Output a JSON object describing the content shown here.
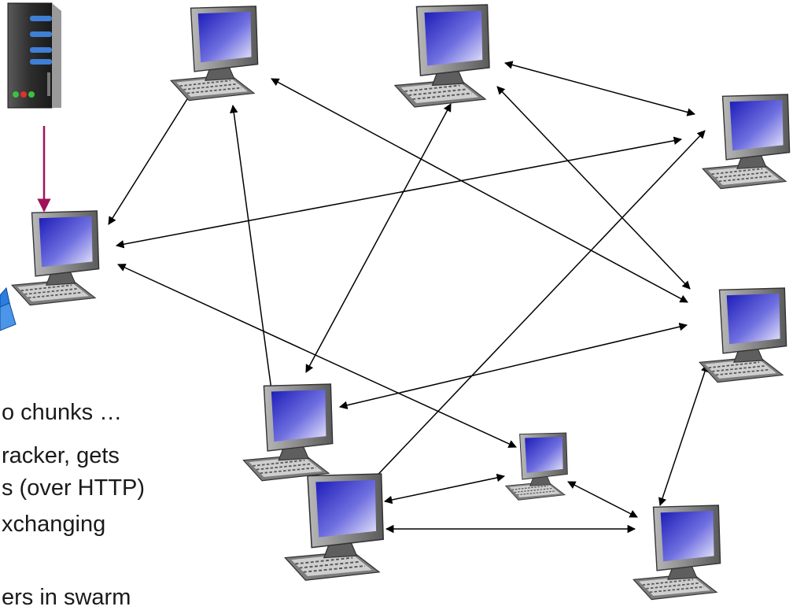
{
  "slide_text": {
    "line1": "o chunks …",
    "line2": "racker, gets",
    "line3": "s (over HTTP)",
    "line4": "xchanging",
    "line5": "ers in swarm"
  },
  "colors": {
    "tracker_arrow": "#a0135a",
    "peer_arrows": "#000000",
    "screen_blue": "#3f3fcf",
    "file_chunk_blue": "#2b7de0"
  },
  "icons": {
    "tracker": "server-icon",
    "peer": "desktop-computer-icon",
    "chunks": "file-chunks-icon"
  }
}
